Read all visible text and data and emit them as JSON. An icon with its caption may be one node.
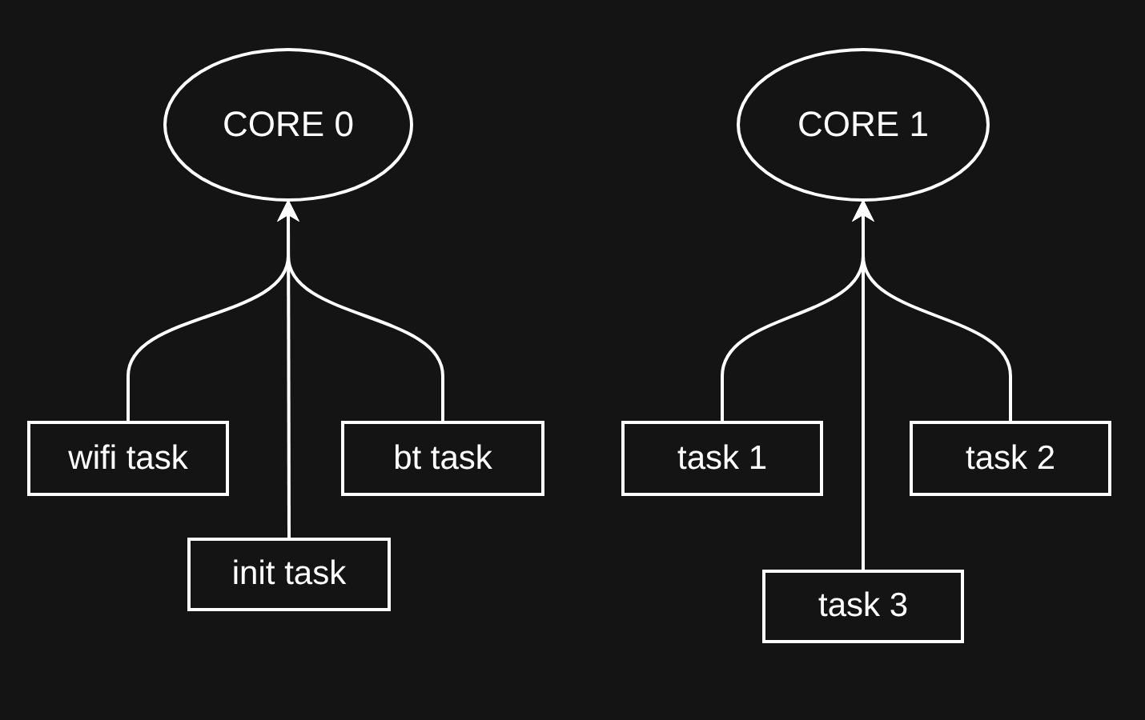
{
  "diagram": {
    "nodes": [
      {
        "text": [
          "CORE 0"
        ]
      },
      {
        "text": [
          "CORE 1"
        ]
      },
      {
        "text": [
          "wifi task"
        ]
      },
      {
        "text": [
          "bt task"
        ]
      },
      {
        "text": [
          "task 1"
        ]
      },
      {
        "text": [
          "task 2"
        ]
      },
      {
        "text": [
          "init task"
        ]
      },
      {
        "text": [
          "task 3"
        ]
      }
    ],
    "edges": [
      {
        "from": 2,
        "to": 0,
        "arrow": "to"
      },
      {
        "from": 3,
        "to": 0,
        "arrow": "to"
      },
      {
        "from": 6,
        "to": 0,
        "arrow": "to"
      },
      {
        "from": 4,
        "to": 1,
        "arrow": "to"
      },
      {
        "from": 5,
        "to": 1,
        "arrow": "to"
      },
      {
        "from": 7,
        "to": 1,
        "arrow": "to"
      }
    ]
  }
}
